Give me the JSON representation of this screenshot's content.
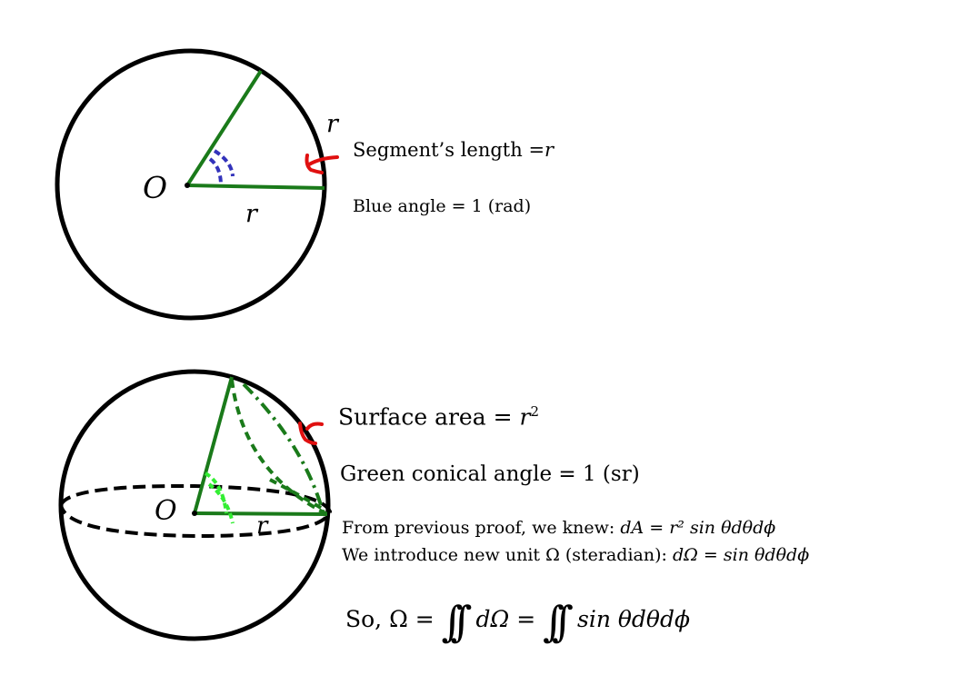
{
  "top": {
    "center_label": "O",
    "radius_label_arc": "r",
    "radius_label_line": "r",
    "segment_prefix": "Segment’s length =",
    "segment_var": "r",
    "blue_angle": "Blue angle = 1 (rad)"
  },
  "bottom": {
    "center_label": "O",
    "radius_label": "r",
    "surface_prefix": "Surface area  = ",
    "surface_var": "r",
    "surface_exp": "2",
    "green_angle": "Green conical angle = 1 (sr)",
    "prev_prefix": "From previous proof, we knew: ",
    "prev_formula": "dA = r² sin θdθdϕ",
    "intro_prefix": "We introduce new unit Ω (steradian): ",
    "intro_formula": "dΩ = sin θdθdϕ",
    "so_prefix": "So, Ω = ",
    "integral_sign": "∫∫",
    "so_mid": " dΩ = ",
    "so_end": " sin θdθdϕ"
  },
  "colors": {
    "circle": "#000000",
    "radius": "#1a7a1a",
    "blue_angle": "#3333bb",
    "pointer": "#e01010",
    "light_green": "#33ee33"
  }
}
